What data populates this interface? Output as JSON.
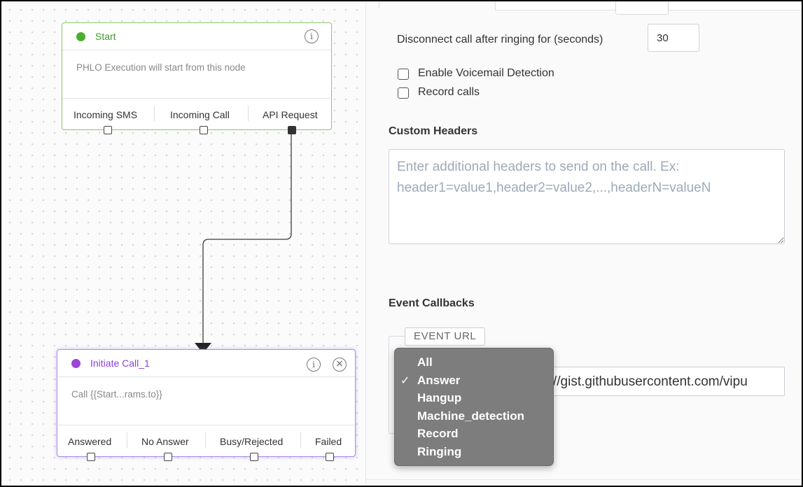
{
  "canvas": {
    "start_node": {
      "title": "Start",
      "description": "PHLO Execution will start from this node",
      "ports": [
        "Incoming SMS",
        "Incoming Call",
        "API Request"
      ],
      "status_color": "#4cae2f"
    },
    "call_node": {
      "title": "Initiate Call_1",
      "description": "Call {{Start...rams.to}}",
      "ports": [
        "Answered",
        "No Answer",
        "Busy/Rejected",
        "Failed"
      ],
      "status_color": "#9b46d8",
      "title_color": "#8a43d6"
    },
    "info_icon_glyph": "i",
    "close_icon_glyph": "×"
  },
  "panel": {
    "disconnect_label": "Disconnect call after ringing for (seconds)",
    "disconnect_value": "30",
    "voicemail_label": "Enable Voicemail Detection",
    "record_label": "Record calls",
    "custom_headers_title": "Custom Headers",
    "custom_headers_placeholder": "Enter additional headers to send on the call. Ex: header1=value1,header2=value2,...,headerN=valueN",
    "event_callbacks_title": "Event Callbacks",
    "event_url_legend": "EVENT URL",
    "event_url_value": "//gist.githubusercontent.com/vipu",
    "event_dropdown": {
      "options": [
        "All",
        "Answer",
        "Hangup",
        "Machine_detection",
        "Record",
        "Ringing"
      ],
      "selected": "Answer",
      "check_glyph": "✓"
    }
  }
}
